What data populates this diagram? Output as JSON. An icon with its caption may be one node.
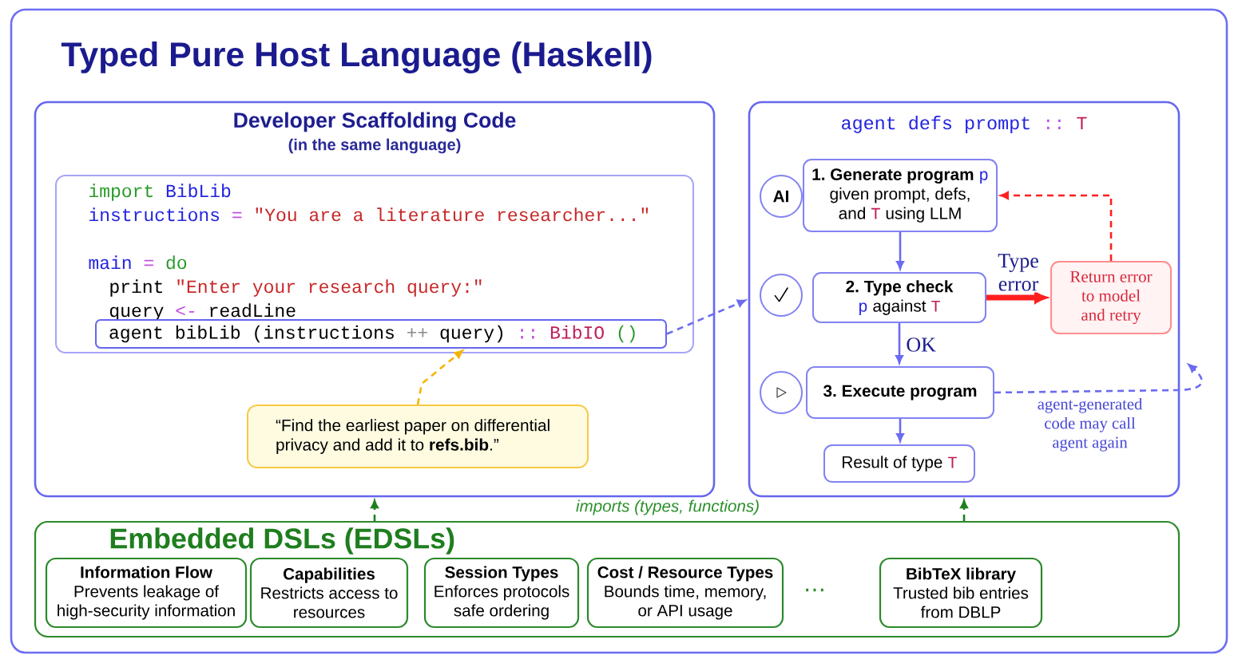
{
  "diagram": {
    "nodes": [
      {
        "text": [
          "Typed Pure Host Language (Haskell)"
        ]
      },
      {
        "text": [
          "Developer Scaffolding Code",
          "(in the same language)"
        ],
        "in": 0
      },
      {
        "text": [
          "import BibLib",
          "instructions = \"You are a literature researcher...\"",
          "main = do",
          "print \"Enter your research query:\"",
          "query <- readLine"
        ],
        "in": 1
      },
      {
        "text": [
          "agent bibLib (instructions ++ query) :: BibIO ()"
        ],
        "in": 2
      },
      {
        "text": [
          "“Find the earliest paper on differential privacy and add it to **refs.bib**.”"
        ],
        "in": 1
      },
      {
        "text": [
          "agent defs prompt :: T"
        ],
        "in": 0
      },
      {
        "text": [
          "AI"
        ],
        "in": 5
      },
      {
        "text": [
          "1. Generate program p",
          "given prompt, defs, and T using LLM"
        ],
        "in": 5
      },
      {
        "text": [],
        "shape": "circle",
        "in": 5
      },
      {
        "text": [
          "2. Type check",
          "p against T"
        ],
        "in": 5
      },
      {
        "text": [
          "Return error to model and retry"
        ],
        "in": 5
      },
      {
        "text": [],
        "shape": "circle",
        "in": 5
      },
      {
        "text": [
          "3. Execute program"
        ],
        "in": 5
      },
      {
        "text": [
          "Result of type T"
        ],
        "in": 5
      },
      {
        "text": [
          "Embedded DSLs (EDSLs)"
        ],
        "in": 0
      },
      {
        "text": [
          "Information Flow",
          "Prevents leakage of high-security information"
        ],
        "in": 14
      },
      {
        "text": [
          "Capabilities",
          "Restricts access to resources"
        ],
        "in": 14
      },
      {
        "text": [
          "Session Types",
          "Enforces protocols safe ordering"
        ],
        "in": 14
      },
      {
        "text": [
          "Cost / Resource Types",
          "Bounds time, memory, or API usage"
        ],
        "in": 14
      },
      {
        "text": [
          "BibTeX library",
          "Trusted bib entries from DBLP"
        ],
        "in": 14
      }
    ],
    "edges": [
      {
        "from": 4,
        "to": 3,
        "arrow": "to",
        "style": "dashed",
        "color": "#f5b400"
      },
      {
        "from": 3,
        "to": 5,
        "arrow": "to",
        "style": "dashed"
      },
      {
        "from": 7,
        "to": 9,
        "arrow": "to"
      },
      {
        "from": 9,
        "to": 10,
        "arrow": "to",
        "label": "Type error",
        "style": "thick",
        "color": "#ff1f1f"
      },
      {
        "from": 10,
        "to": 7,
        "arrow": "to",
        "style": "dashed",
        "color": "#ff1f1f"
      },
      {
        "from": 9,
        "to": 12,
        "arrow": "to",
        "label": "OK"
      },
      {
        "from": 12,
        "to": 13,
        "arrow": "to"
      },
      {
        "from": 12,
        "to": 5,
        "arrow": "to",
        "label": "agent-generated code may call agent again",
        "style": "dashed"
      },
      {
        "from": 14,
        "to": 1,
        "arrow": "to",
        "style": "dashed",
        "color": "#1f7f1f"
      },
      {
        "from": 14,
        "to": 5,
        "arrow": "to",
        "style": "dashed",
        "color": "#1f7f1f"
      }
    ],
    "labels": [
      "imports (types, functions)",
      "⋯"
    ]
  }
}
